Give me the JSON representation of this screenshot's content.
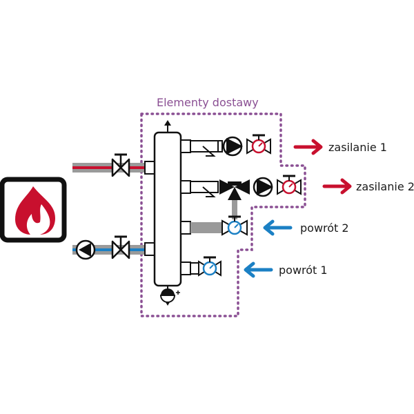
{
  "diagram": {
    "title": "Elementy dostawy",
    "labels": {
      "supply_1": "zasilanie 1",
      "supply_2": "zasilanie 2",
      "return_2": "powrót 2",
      "return_1": "powrót 1"
    },
    "colors": {
      "hot": "#c8102e",
      "cold": "#1b80c4",
      "outline": "#111111",
      "pipe_grey": "#9a9a9a",
      "border_dots": "#8a4f93"
    },
    "icons": {
      "heat_source": "flame-icon",
      "pump": "pump-icon",
      "valve": "valve-icon",
      "mixing_valve": "three-way-valve-icon",
      "thermometer": "thermometer-icon",
      "expansion": "expansion-vessel-icon",
      "vent": "air-vent-icon"
    }
  }
}
